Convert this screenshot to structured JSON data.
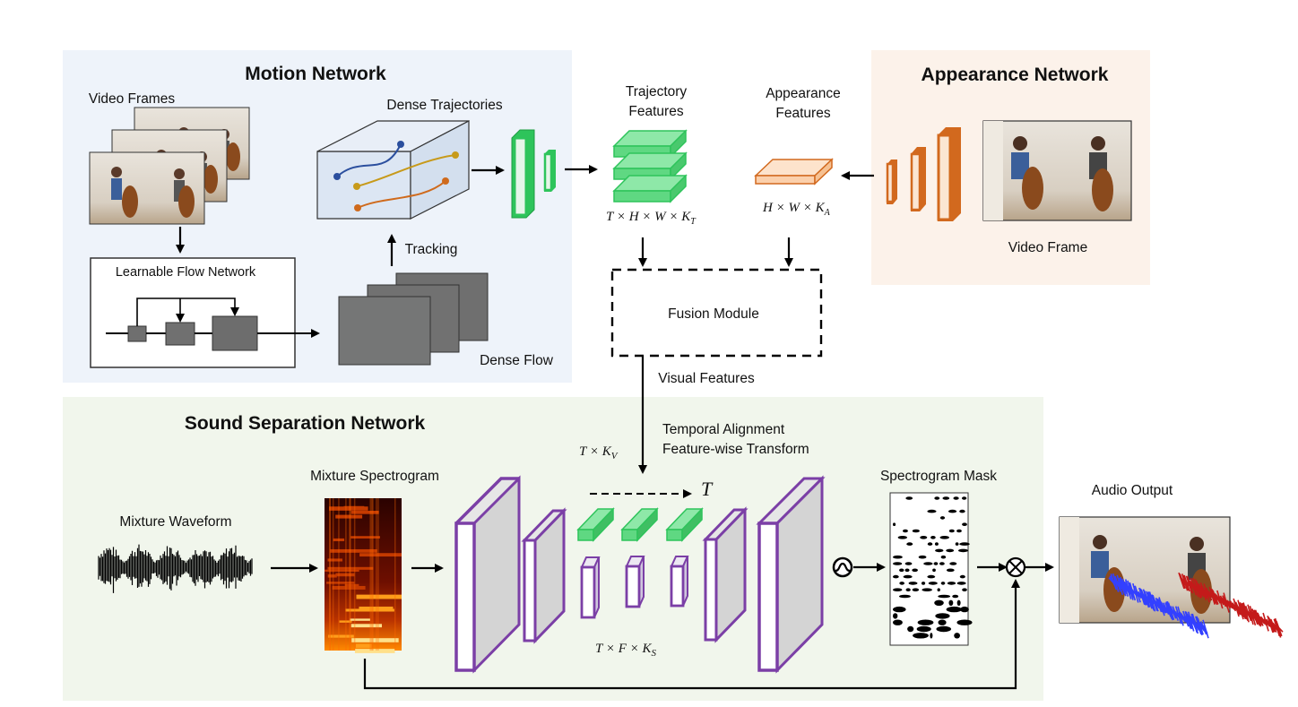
{
  "panels": {
    "motion": {
      "title": "Motion Network",
      "color": "#eef3fa"
    },
    "appearance": {
      "title": "Appearance Network",
      "color": "#fcf2ea"
    },
    "sound": {
      "title": "Sound Separation Network",
      "color": "#f1f6ec"
    }
  },
  "labels": {
    "video_frames": "Video Frames",
    "dense_trajectories": "Dense Trajectories",
    "learnable_flow_network": "Learnable Flow Network",
    "tracking": "Tracking",
    "dense_flow": "Dense Flow",
    "trajectory_features_line1": "Trajectory",
    "trajectory_features_line2": "Features",
    "trajectory_dims": "T × H × W × K",
    "trajectory_dims_sub": "T",
    "appearance_features_line1": "Appearance",
    "appearance_features_line2": "Features",
    "appearance_dims": "H × W × K",
    "appearance_dims_sub": "A",
    "video_frame": "Video Frame",
    "fusion_module": "Fusion Module",
    "visual_features": "Visual Features",
    "visual_dims": "T × K",
    "visual_dims_sub": "V",
    "temporal_alignment": "Temporal Alignment",
    "feature_wise_transform": "Feature-wise Transform",
    "time_symbol": "T",
    "mixture_waveform": "Mixture Waveform",
    "mixture_spectrogram": "Mixture Spectrogram",
    "unet_dims": "T × F × K",
    "unet_dims_sub": "S",
    "spectrogram_mask": "Spectrogram Mask",
    "audio_output": "Audio Output"
  },
  "colors": {
    "purple": "#7b3fa6",
    "green": "#2ec45b",
    "green_fill": "#7ee29a",
    "orange": "#d2691e",
    "orange_fill": "#fde3cc",
    "traj_blue": "#2b4f9e",
    "traj_gold": "#c79a1a",
    "traj_orange": "#cf6a1c",
    "wave_blue": "#3340ff",
    "wave_red": "#c41a1a"
  },
  "icons": {
    "sigmoid": "sigmoid-icon",
    "multiply": "multiply-icon"
  }
}
